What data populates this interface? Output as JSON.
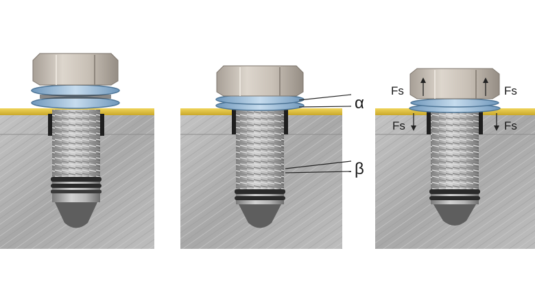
{
  "labels": {
    "alpha": "α",
    "beta": "β",
    "force": "Fs"
  },
  "colors": {
    "background": "#ffffff",
    "material_light": "#b9b9b9",
    "material_dark": "#a3a3a3",
    "surface_layer": "#e6c53a",
    "bolt_head": "#c7bfb5",
    "thread": "#a9a9a9",
    "washer": "#8fb6d6",
    "lock_ring": "#2a2a2a"
  },
  "panels": [
    {
      "id": "panel-1",
      "state": "washers-stacked"
    },
    {
      "id": "panel-2",
      "state": "washers-seated",
      "annotations": [
        "alpha",
        "beta"
      ]
    },
    {
      "id": "panel-3",
      "state": "clamped",
      "annotations": [
        "force"
      ]
    }
  ]
}
